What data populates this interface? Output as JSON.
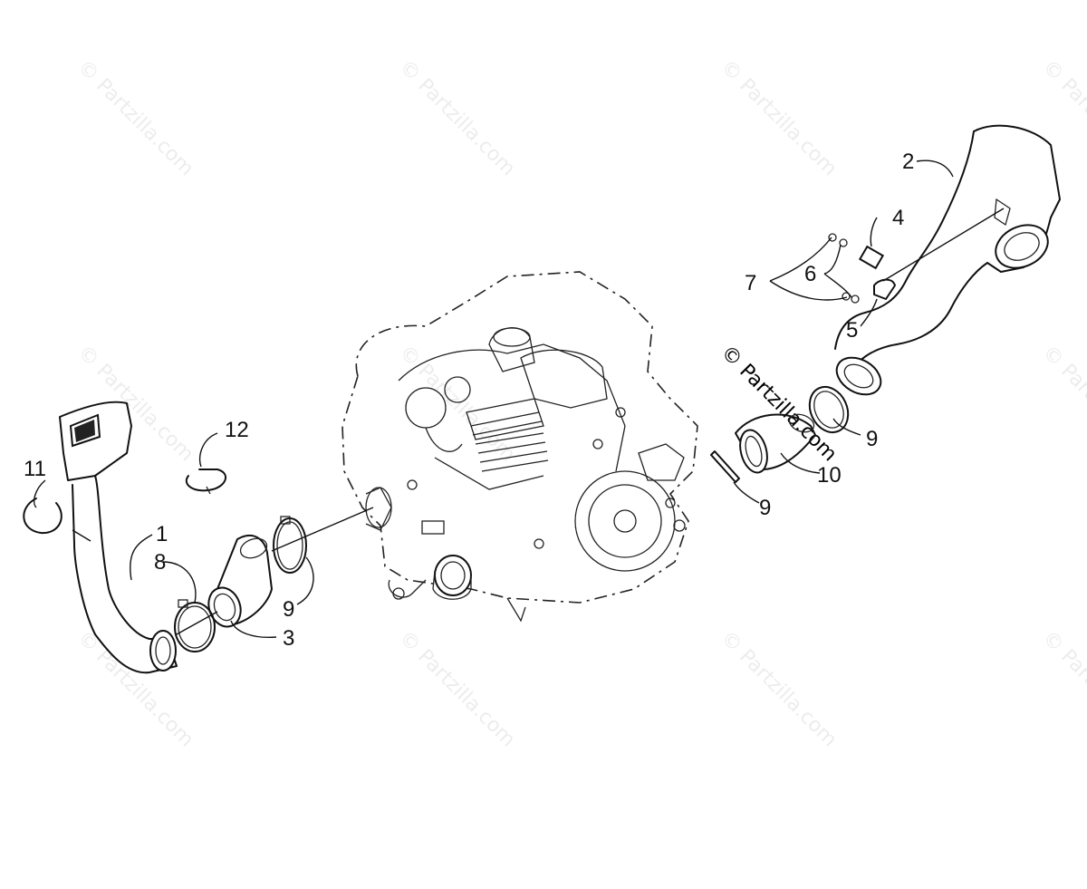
{
  "watermark": {
    "text": "© Partzilla.com"
  },
  "callouts": [
    {
      "id": "c1",
      "label": "1"
    },
    {
      "id": "c2",
      "label": "2"
    },
    {
      "id": "c3",
      "label": "3"
    },
    {
      "id": "c4",
      "label": "4"
    },
    {
      "id": "c5",
      "label": "5"
    },
    {
      "id": "c6",
      "label": "6"
    },
    {
      "id": "c7",
      "label": "7"
    },
    {
      "id": "c8",
      "label": "8"
    },
    {
      "id": "c9a",
      "label": "9"
    },
    {
      "id": "c9b",
      "label": "9"
    },
    {
      "id": "c9c",
      "label": "9"
    },
    {
      "id": "c10",
      "label": "10"
    },
    {
      "id": "c11",
      "label": "11"
    },
    {
      "id": "c12",
      "label": "12"
    }
  ]
}
